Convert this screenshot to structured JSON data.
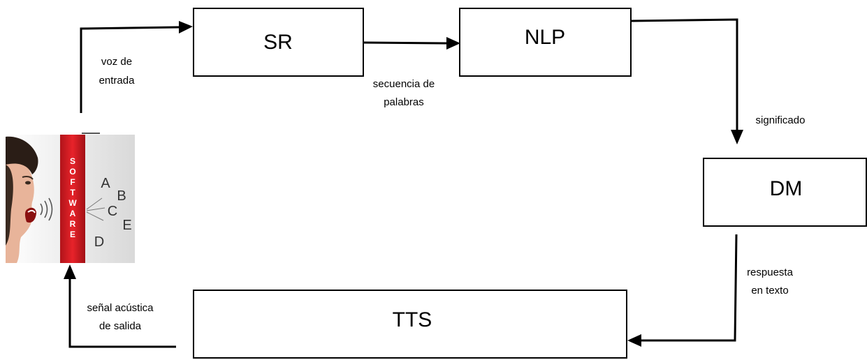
{
  "nodes": {
    "sr": "SR",
    "nlp": "NLP",
    "dm": "DM",
    "tts": "TTS"
  },
  "edges": {
    "voz_line1": "voz de",
    "voz_line2": "entrada",
    "secuencia_line1": "secuencia de",
    "secuencia_line2": "palabras",
    "significado": "significado",
    "respuesta_line1": "respuesta",
    "respuesta_line2": "en texto",
    "senal_line1": "señal acústica",
    "senal_line2": "de salida"
  },
  "illustration": {
    "pillar_letters": [
      "S",
      "O",
      "F",
      "T",
      "W",
      "A",
      "R",
      "E"
    ],
    "letters": [
      "A",
      "B",
      "C",
      "E",
      "D"
    ]
  }
}
